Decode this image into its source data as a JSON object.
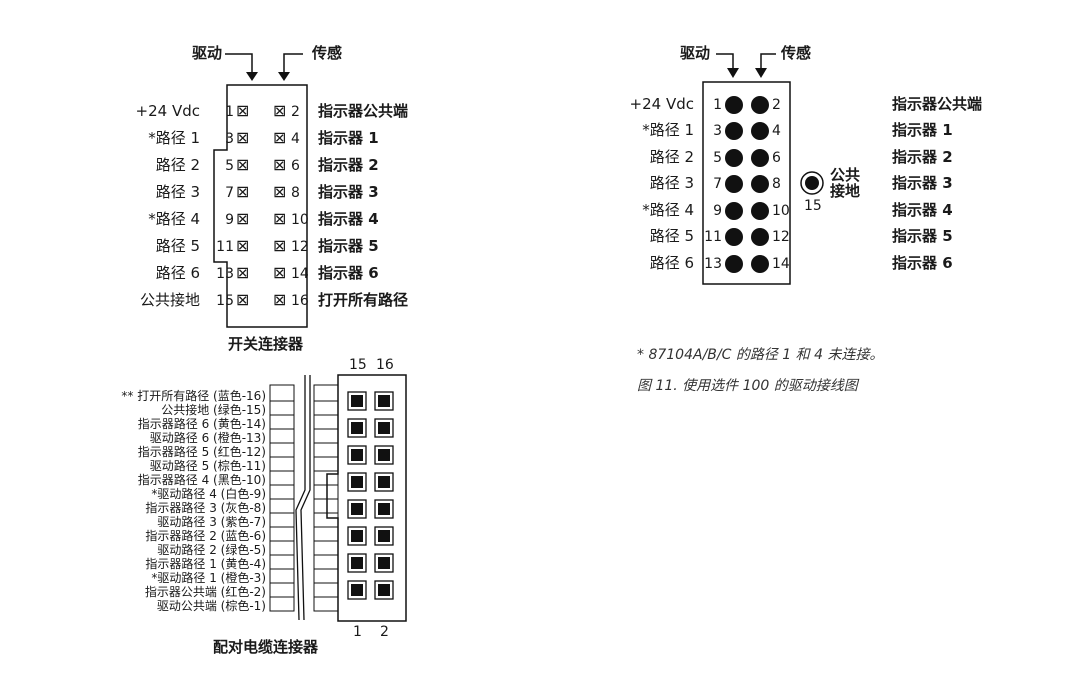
{
  "switch_connector": {
    "drive_label": "驱动",
    "sense_label": "传感",
    "caption": "开关连接器",
    "left_labels": [
      "+24 Vdc",
      "*路径 1",
      "路径 2",
      "路径 3",
      "*路径 4",
      "路径 5",
      "路径 6",
      "公共接地"
    ],
    "right_labels": [
      "指示器公共端",
      "指示器 1",
      "指示器 2",
      "指示器 3",
      "指示器 4",
      "指示器 5",
      "指示器 6",
      "打开所有路径"
    ],
    "pins_left": [
      "1",
      "3",
      "5",
      "7",
      "9",
      "11",
      "13",
      "15"
    ],
    "pins_right": [
      "2",
      "4",
      "6",
      "8",
      "10",
      "12",
      "14",
      "16"
    ]
  },
  "drive_connector": {
    "drive_label": "驱动",
    "sense_label": "传感",
    "left_labels": [
      "+24 Vdc",
      "*路径 1",
      "路径 2",
      "路径 3",
      "*路径 4",
      "路径 5",
      "路径 6"
    ],
    "right_labels": [
      "指示器公共端",
      "指示器 1",
      "指示器 2",
      "指示器 3",
      "指示器 4",
      "指示器 5",
      "指示器 6"
    ],
    "pins_left": [
      "1",
      "3",
      "5",
      "7",
      "9",
      "11",
      "13"
    ],
    "pins_right": [
      "2",
      "4",
      "6",
      "8",
      "10",
      "12",
      "14"
    ],
    "ground_label_1": "公共",
    "ground_label_2": "接地",
    "ground_pin": "15"
  },
  "mating_cable": {
    "caption": "配对电缆连接器",
    "top_pin_left": "15",
    "top_pin_right": "16",
    "bottom_pin_left": "1",
    "bottom_pin_right": "2",
    "wires": [
      "** 打开所有路径 (蓝色-16)",
      "公共接地 (绿色-15)",
      "指示器路径 6 (黄色-14)",
      "驱动路径 6 (橙色-13)",
      "指示器路径 5 (红色-12)",
      "驱动路径 5 (棕色-11)",
      "指示器路径 4 (黑色-10)",
      "*驱动路径 4 (白色-9)",
      "指示器路径 3 (灰色-8)",
      "驱动路径 3 (紫色-7)",
      "指示器路径 2 (蓝色-6)",
      "驱动路径 2 (绿色-5)",
      "指示器路径 1 (黄色-4)",
      "*驱动路径 1 (橙色-3)",
      "指示器公共端 (红色-2)",
      "驱动公共端 (棕色-1)"
    ]
  },
  "notes": {
    "footnote": "* 87104A/B/C 的路径 1 和 4 未连接。",
    "figure_caption": "图 11. 使用选件 100 的驱动接线图"
  }
}
